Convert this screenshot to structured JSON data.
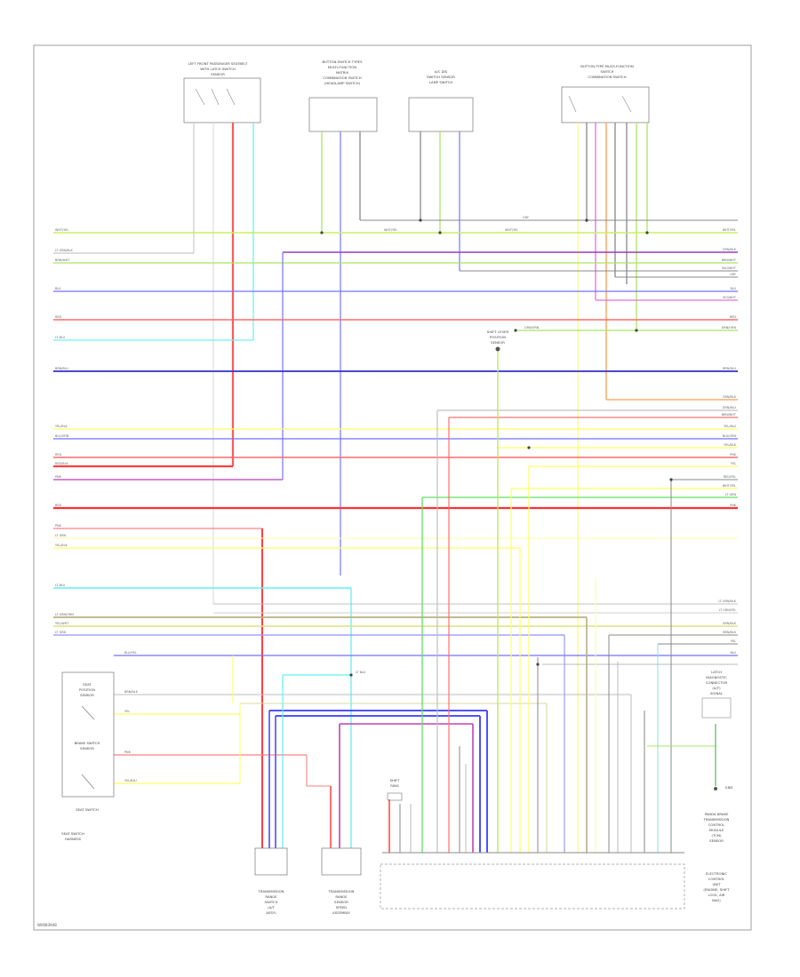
{
  "components": {
    "top1": [
      "LEFT FRONT PASSENGER SEATBELT",
      "WITH LATCH SWITCH",
      "SENSOR"
    ],
    "top2": [
      "BUTTON-SWITCH TYPES",
      "MULTI-FUNCTION",
      "MATRIX",
      "COMBINATION SWITCH",
      "(HEADLAMP SWITCH)"
    ],
    "top3": [
      "A/C DIS",
      "SWITCH SENSOR",
      "LAMP SWITCH"
    ],
    "top4": [
      "BUTTON-TYPE MULTI-FUNCTION",
      "SWITCH",
      "COMBINATION SWITCH"
    ],
    "mid_sensor": [
      "SHIFT LEVER",
      "POSITION",
      "SENSOR"
    ],
    "seat_switch_a": [
      "SEAT",
      "POSITION",
      "SENSOR"
    ],
    "seat_switch_b": [
      "BRAKE SWITCH",
      "SENSOR"
    ],
    "seat_switch_c": "SEAT SWITCH",
    "seat_harness": [
      "SEAT SWITCH",
      "HARNESS"
    ],
    "bottom_left": [
      "TRANSMISSION",
      "RANGE",
      "SWITCH",
      "(A/T",
      "ASSY)"
    ],
    "bottom_mid": [
      "TRANSMISSION",
      "RANGE",
      "SENSOR",
      "SPEED",
      "ASSEMBLY"
    ],
    "right_mod": [
      "ELECTRONIC",
      "CONTROL",
      "UNIT",
      "(ENGINE, SHIFT",
      "LOCK, AIR",
      "BAG)"
    ],
    "right_top_mod": [
      "LATCH",
      "DIAGNOSTIC",
      "CONNECTOR",
      "(A/T)",
      "SIGNAL"
    ],
    "right_bottom_mod": [
      "PANDA BRAKE",
      "TRANSMISSION",
      "CONTROL",
      "MODULE",
      "(TCM)",
      "SENSOR"
    ],
    "ground_lbl": [
      "GND"
    ],
    "shift_lbl": [
      "SHIFT",
      "RING"
    ]
  },
  "wires": {
    "w1": "WHT/YEL",
    "w2": "LT GRN/BLK",
    "w3": "BRN/WHT",
    "w4": "BLU",
    "w5": "RED",
    "w6": "LT BLU",
    "w7": "BRN/BLU",
    "w8": "YEL/BLK",
    "w9": "BLU/ORN",
    "w10": "RED",
    "w11": "RED/BLK",
    "w12": "PNK",
    "w13": "LT GRN",
    "w14": "YEL/BLK",
    "w15": "LT BLU",
    "w16": "LT GRN/ORN",
    "w17": "YEL/WHT",
    "w18": "LT GRN",
    "w19": "BLU/YEL",
    "w20": "BRN/BLK",
    "w21": "YEL",
    "w22": "PNK",
    "w23": "YEL/BLU",
    "w24": "GRN/ORN",
    "w25": "ORN/BLK",
    "w26": "LT BLU",
    "gray": "GRY",
    "r_labels": [
      "WHT/YEL",
      "GRN/BLK",
      "BRN/WHT",
      "BLU/WHT",
      "GRY",
      "BLU",
      "VIO/WHT",
      "RED",
      "GRN/ORN",
      "BRN/BLU",
      "ORN/BLK",
      "GRN/BLU",
      "BRN/WHT",
      "YEL/BLU",
      "BLU/ORN",
      "YEL/BLK",
      "PNK",
      "YEL",
      "RED/YEL",
      "WHT/YEL",
      "LT GRN",
      "PNK",
      "LT GRN/BLK",
      "LT GRN/YEL",
      "GRN/BLK",
      "BRN/BLK",
      "YEL",
      "BLU"
    ]
  },
  "figure_id": "W0083948"
}
